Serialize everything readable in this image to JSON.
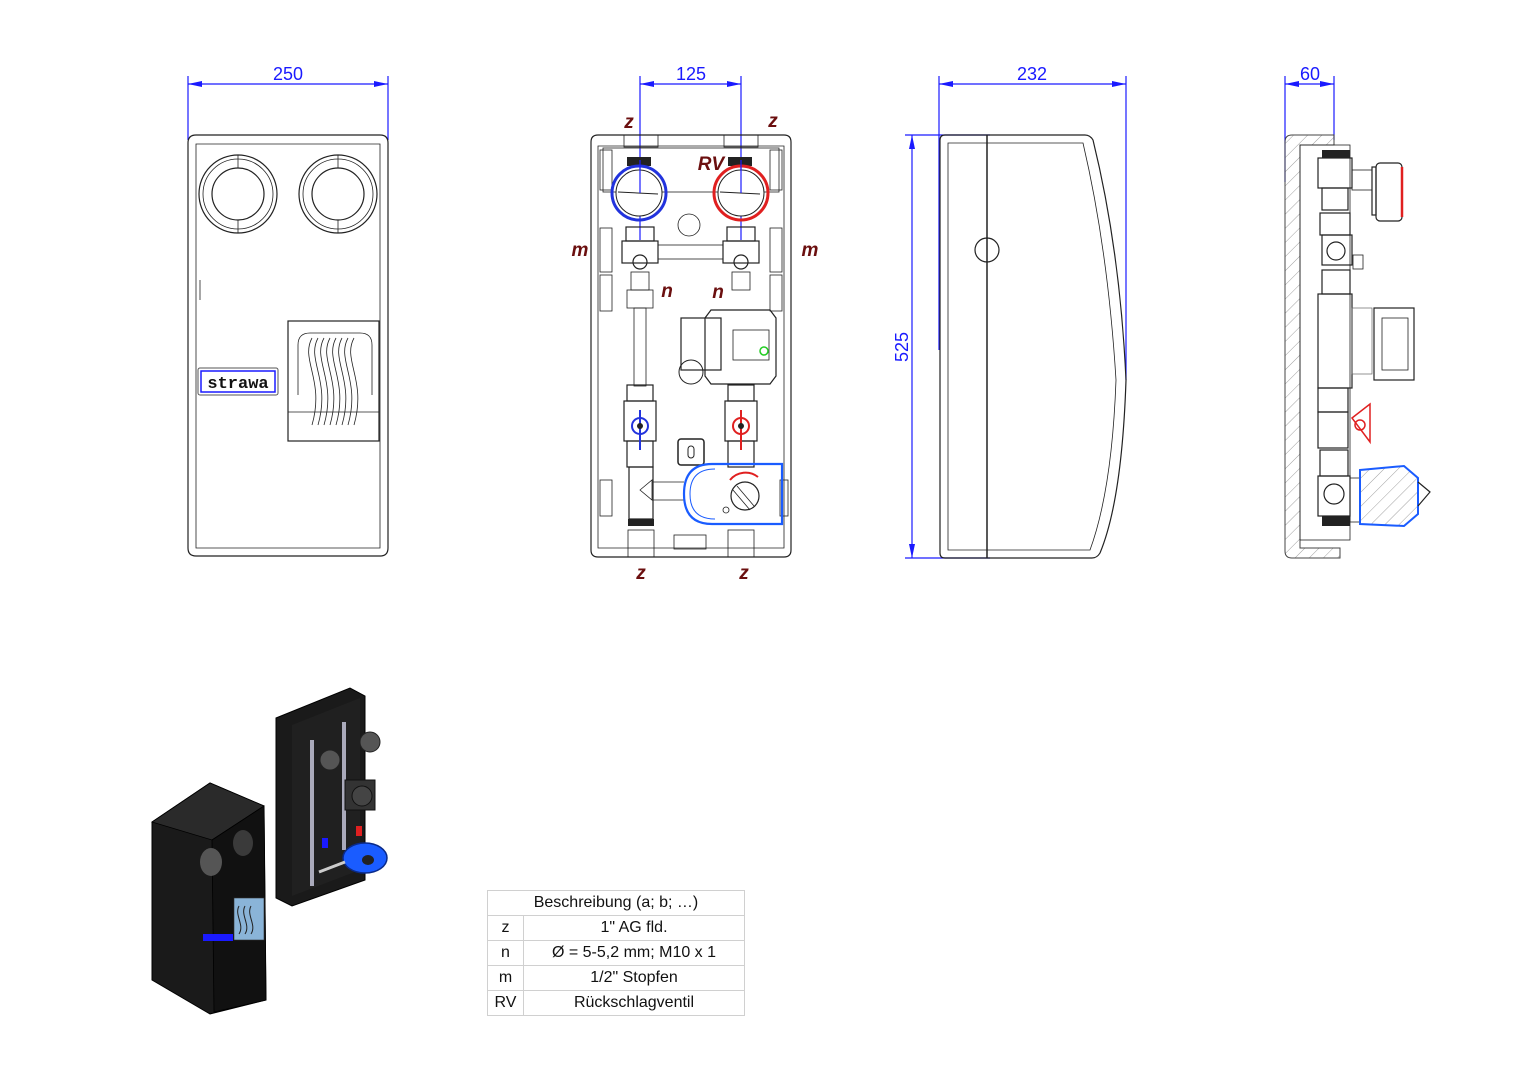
{
  "dimensions": {
    "front_cover_width": "250",
    "mounting_distance": "125",
    "side_width": "232",
    "height": "525",
    "depth": "60"
  },
  "labels": {
    "connection_top_left": "z",
    "connection_top_right": "z",
    "connection_bottom_left": "z",
    "connection_bottom_right": "z",
    "plug_left": "m",
    "plug_right": "m",
    "sensor_left": "n",
    "sensor_right": "n",
    "check_valve": "RV"
  },
  "brand": {
    "logo_text": "strawa"
  },
  "colors": {
    "dimension": "#1a1aff",
    "label": "#6b0f0f",
    "supply_cold": "#2233dd",
    "supply_hot": "#e02020",
    "valve_actuator": "#1a5cff"
  },
  "legend": {
    "header": "Beschreibung (a; b; …)",
    "rows": [
      {
        "key": "z",
        "value": "1\" AG fld."
      },
      {
        "key": "n",
        "value": "Ø = 5-5,2 mm; M10 x 1"
      },
      {
        "key": "m",
        "value": "1/2\" Stopfen"
      },
      {
        "key": "RV",
        "value": "Rückschlagventil"
      }
    ]
  }
}
